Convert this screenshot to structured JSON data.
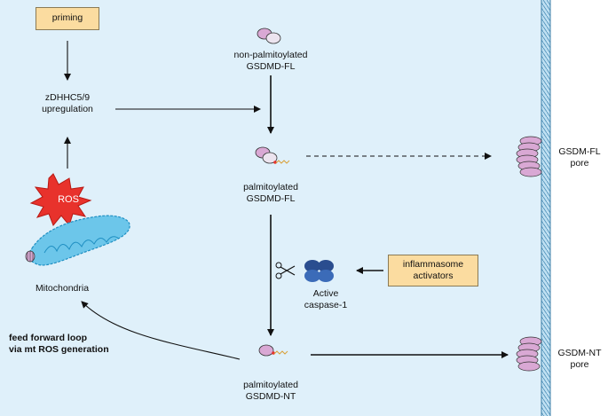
{
  "priming": "priming",
  "zdhhc": [
    "zDHHC5/9",
    "upregulation"
  ],
  "ros": "ROS",
  "mitochondria": "Mitochondria",
  "feed_forward": [
    "feed forward loop",
    "via mt ROS generation"
  ],
  "non_palm_fl": [
    "non-palmitoylated",
    "GSDMD-FL"
  ],
  "palm_fl": [
    "palmitoylated",
    "GSDMD-FL"
  ],
  "caspase": [
    "Active",
    "caspase-1"
  ],
  "inflammasome": [
    "inflammasome",
    "activators"
  ],
  "palm_nt": [
    "palmitoylated",
    "GSDMD-NT"
  ],
  "fl_pore": [
    "GSDM-FL",
    "pore"
  ],
  "nt_pore": [
    "GSDM-NT",
    "pore"
  ],
  "colors": {
    "background": "#dff0fa",
    "label_box": "#fbdca0",
    "membrane": "#7ab6d6",
    "protein": "#d9a8d4",
    "caspase": "#2a4d8f",
    "ros_burst": "#e8322c",
    "mitochondria": "#6cc6ea"
  }
}
